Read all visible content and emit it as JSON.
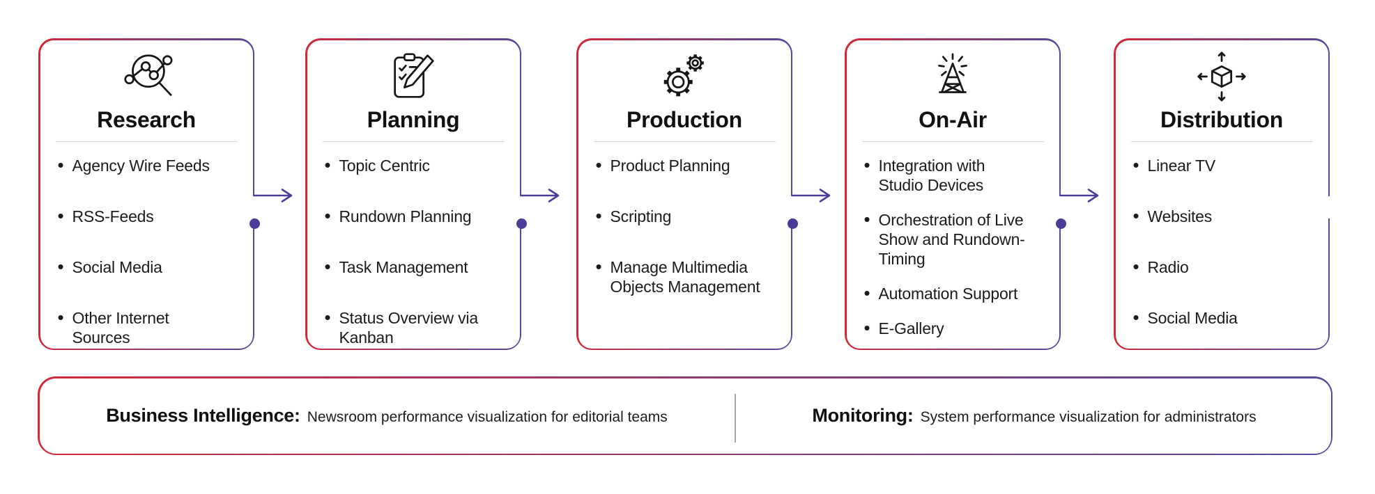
{
  "colors": {
    "gradient_start": "#d02a3c",
    "gradient_end": "#54489c",
    "connector": "#4b3c97"
  },
  "diagram": {
    "stages": [
      {
        "title": "Research",
        "icon": "research-analytics-icon",
        "items": [
          "Agency Wire Feeds",
          "RSS-Feeds",
          "Social Media",
          "Other Internet\nSources"
        ]
      },
      {
        "title": "Planning",
        "icon": "planning-clipboard-icon",
        "items": [
          "Topic Centric",
          "Rundown Planning",
          "Task Management",
          "Status Overview via\nKanban"
        ]
      },
      {
        "title": "Production",
        "icon": "production-gears-icon",
        "items": [
          "Product Planning",
          "Scripting",
          "Manage Multimedia\nObjects Management"
        ]
      },
      {
        "title": "On-Air",
        "icon": "onair-tower-icon",
        "items": [
          "Integration with\nStudio Devices",
          "Orchestration of Live\nShow and Rundown-\nTiming",
          "Automation Support",
          "E-Gallery"
        ]
      },
      {
        "title": "Distribution",
        "icon": "distribution-cube-icon",
        "items": [
          "Linear TV",
          "Websites",
          "Radio",
          "Social Media"
        ]
      }
    ],
    "footer": {
      "sections": [
        {
          "label": "Business Intelligence:",
          "description": "Newsroom performance visualization for editorial teams"
        },
        {
          "label": "Monitoring:",
          "description": "System performance visualization for administrators"
        }
      ]
    }
  }
}
